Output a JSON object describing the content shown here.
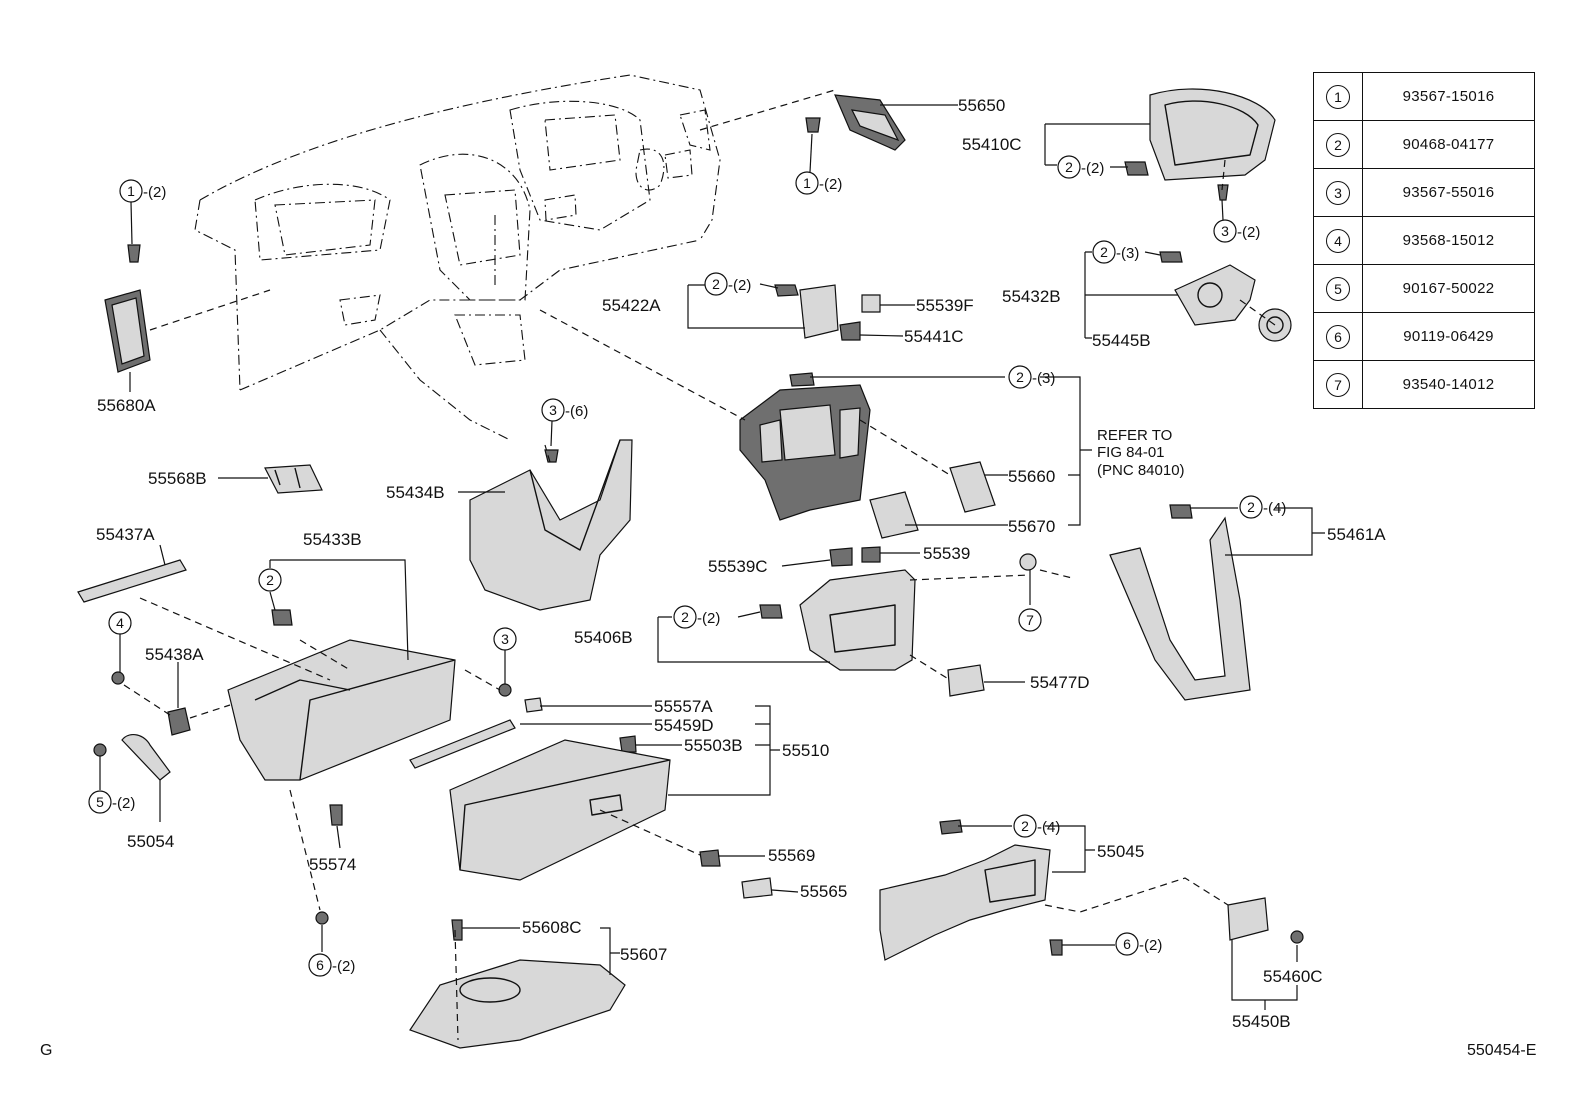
{
  "labels": {
    "l55650": "55650",
    "l55410C": "55410C",
    "l55422A": "55422A",
    "l55539F": "55539F",
    "l55441C": "55441C",
    "l55432B": "55432B",
    "l55445B": "55445B",
    "l55680A": "55680A",
    "l55568B": "55568B",
    "l55434B": "55434B",
    "l55660": "55660",
    "l55670": "55670",
    "l55461A": "55461A",
    "l55437A": "55437A",
    "l55433B": "55433B",
    "l55539C": "55539C",
    "l55539": "55539",
    "l55406B": "55406B",
    "l55477D": "55477D",
    "l55438A": "55438A",
    "l55557A": "55557A",
    "l55459D": "55459D",
    "l55503B": "55503B",
    "l55510": "55510",
    "l55054": "55054",
    "l55574": "55574",
    "l55569": "55569",
    "l55565": "55565",
    "l55045": "55045",
    "l55608C": "55608C",
    "l55607": "55607",
    "l55460C": "55460C",
    "l55450B": "55450B"
  },
  "callouts": {
    "c1a": {
      "num": "1",
      "qty": "-(2)"
    },
    "c1b": {
      "num": "1",
      "qty": "-(2)"
    },
    "c2a": {
      "num": "2",
      "qty": "-(2)"
    },
    "c3a": {
      "num": "3",
      "qty": "-(2)"
    },
    "c2b": {
      "num": "2",
      "qty": "-(2)"
    },
    "c2c": {
      "num": "2",
      "qty": "-(3)"
    },
    "c2d": {
      "num": "2",
      "qty": "-(3)"
    },
    "c3b": {
      "num": "3",
      "qty": "-(6)"
    },
    "c2e": {
      "num": "2",
      "qty": "-(4)"
    },
    "c2f": {
      "num": "2",
      "qty": ""
    },
    "c2g": {
      "num": "2",
      "qty": "-(2)"
    },
    "c7a": {
      "num": "7",
      "qty": ""
    },
    "c4a": {
      "num": "4",
      "qty": ""
    },
    "c3c": {
      "num": "3",
      "qty": ""
    },
    "c5a": {
      "num": "5",
      "qty": "-(2)"
    },
    "c2h": {
      "num": "2",
      "qty": "-(4)"
    },
    "c6a": {
      "num": "6",
      "qty": "-(2)"
    },
    "c6b": {
      "num": "6",
      "qty": "-(2)"
    }
  },
  "refer_note": {
    "line1": "REFER TO",
    "line2": "FIG 84-01",
    "line3": "(PNC 84010)"
  },
  "ref_table": [
    {
      "num": "1",
      "part": "93567-15016"
    },
    {
      "num": "2",
      "part": "90468-04177"
    },
    {
      "num": "3",
      "part": "93567-55016"
    },
    {
      "num": "4",
      "part": "93568-15012"
    },
    {
      "num": "5",
      "part": "90167-50022"
    },
    {
      "num": "6",
      "part": "90119-06429"
    },
    {
      "num": "7",
      "part": "93540-14012"
    }
  ],
  "corner": {
    "left": "G",
    "right": "550454-E"
  }
}
